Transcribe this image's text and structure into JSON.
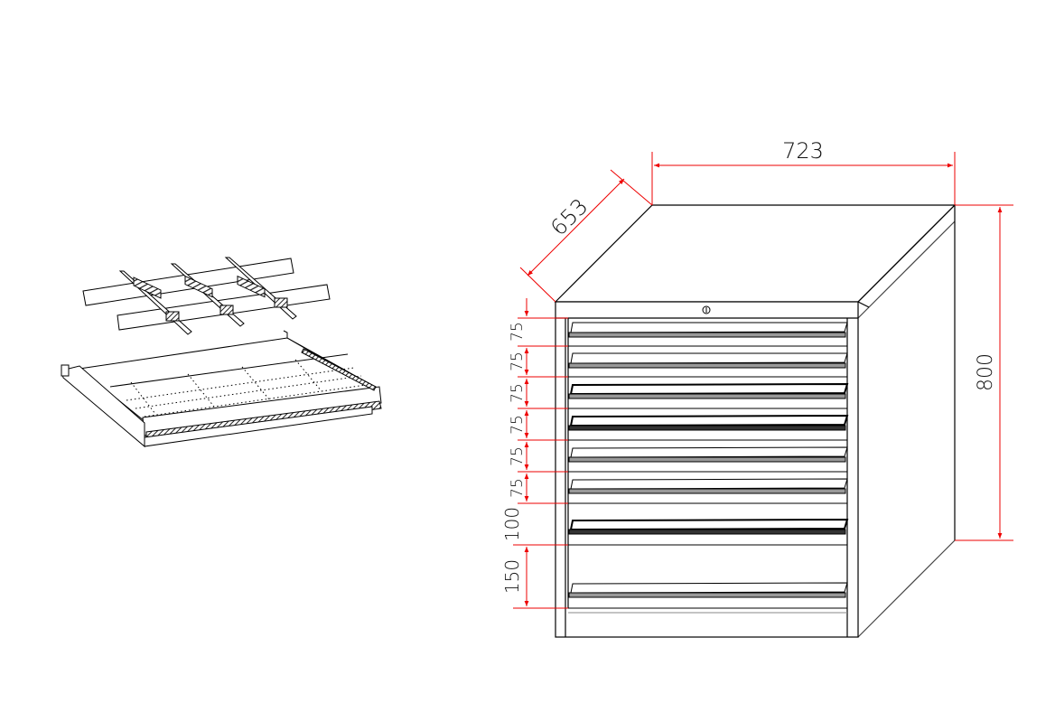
{
  "diagram": {
    "type": "technical-drawing",
    "subject": "drawer cabinet with drawer insert dividers",
    "colors": {
      "line": "#000000",
      "dimension": "#ee0000",
      "shade": "#888888",
      "background": "#ffffff"
    }
  },
  "dimensions": {
    "width": "723",
    "depth": "653",
    "height": "800",
    "drawers": [
      {
        "label": "75"
      },
      {
        "label": "75"
      },
      {
        "label": "75"
      },
      {
        "label": "75"
      },
      {
        "label": "75"
      },
      {
        "label": "75"
      },
      {
        "label": "100"
      },
      {
        "label": "150"
      }
    ]
  },
  "cabinet": {
    "drawer_count": 8,
    "lock_symbol": "keylock"
  },
  "insert": {
    "description": "drawer with perforated base and divider set"
  }
}
